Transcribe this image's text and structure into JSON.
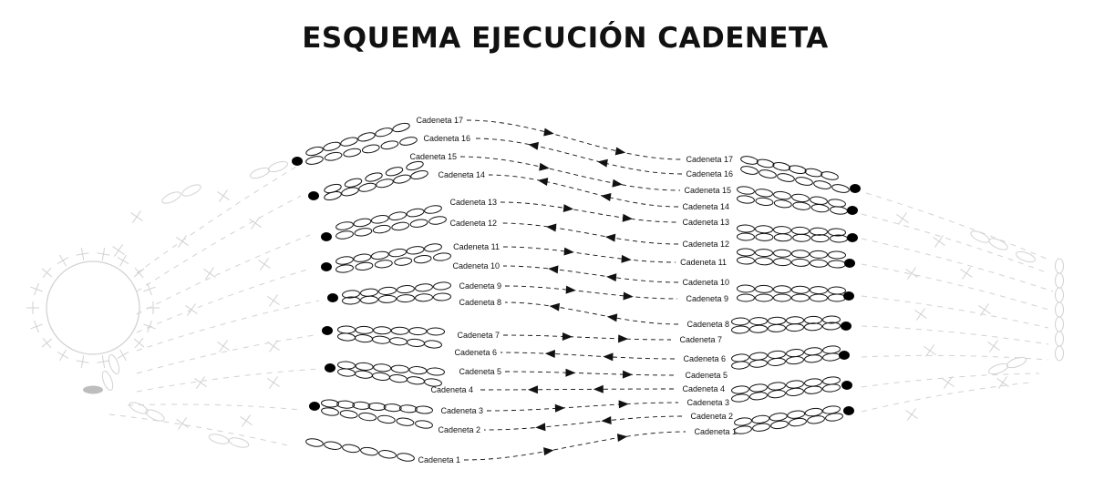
{
  "title": "ESQUEMA EJECUCIÓN CADENETA",
  "colors": {
    "ink": "#111111",
    "faint": "#d2d2d2",
    "marker": "#000000",
    "shadow": "#bdbdbd"
  },
  "left_labels": [
    "Cadeneta 1",
    "Cadeneta 2",
    "Cadeneta 3",
    "Cadeneta 4",
    "Cadeneta 5",
    "Cadeneta 6",
    "Cadeneta 7",
    "Cadeneta 8",
    "Cadeneta 9",
    "Cadeneta 10",
    "Cadeneta 11",
    "Cadeneta 12",
    "Cadeneta 13",
    "Cadeneta 14",
    "Cadeneta 15",
    "Cadeneta 16",
    "Cadeneta 17"
  ],
  "right_labels": [
    "Cadeneta 1",
    "Cadeneta 2",
    "Cadeneta 3",
    "Cadeneta 4",
    "Cadeneta 5",
    "Cadeneta 6",
    "Cadeneta 7",
    "Cadeneta 8",
    "Cadeneta 9",
    "Cadeneta 10",
    "Cadeneta 11",
    "Cadeneta 12",
    "Cadeneta 13",
    "Cadeneta 14",
    "Cadeneta 15",
    "Cadeneta 16",
    "Cadeneta 17"
  ],
  "direction": [
    "right",
    "left",
    "right",
    "left",
    "right",
    "left",
    "right",
    "left",
    "right",
    "left",
    "right",
    "left",
    "right",
    "left",
    "right",
    "left",
    "right"
  ]
}
